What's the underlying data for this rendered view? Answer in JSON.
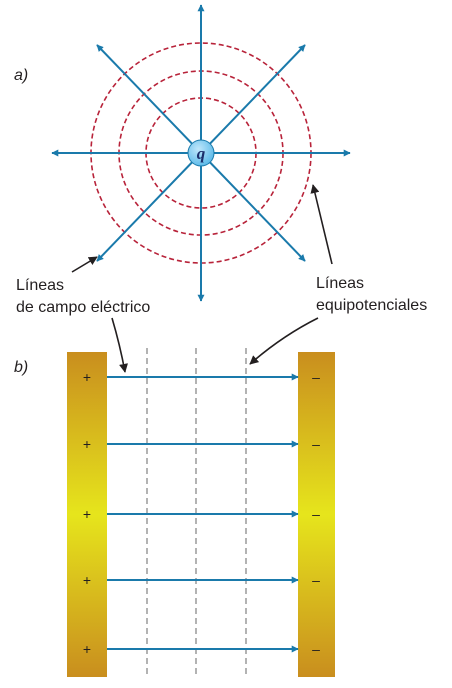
{
  "part_a": {
    "label": "a)",
    "charge_label": "q",
    "field_line_directions": 8,
    "equipotential_circle_count": 3
  },
  "part_b": {
    "label": "b)",
    "positive_sign": "+",
    "negative_sign": "–",
    "field_line_count": 5,
    "equipotential_line_count": 3
  },
  "captions": {
    "field_lines": [
      "Líneas",
      "de campo eléctrico"
    ],
    "equipotential": [
      "Líneas",
      "equipotenciales"
    ]
  },
  "colors": {
    "field_line": "#1a7aab",
    "equipotential": "#b8233a",
    "equipotential_plate": "#9a9a9a",
    "charge_fill": "#58b8e8",
    "plate_edge": "#c98e1e",
    "plate_center": "#e6e51c",
    "text": "#231f20",
    "pointer": "#231f20"
  }
}
